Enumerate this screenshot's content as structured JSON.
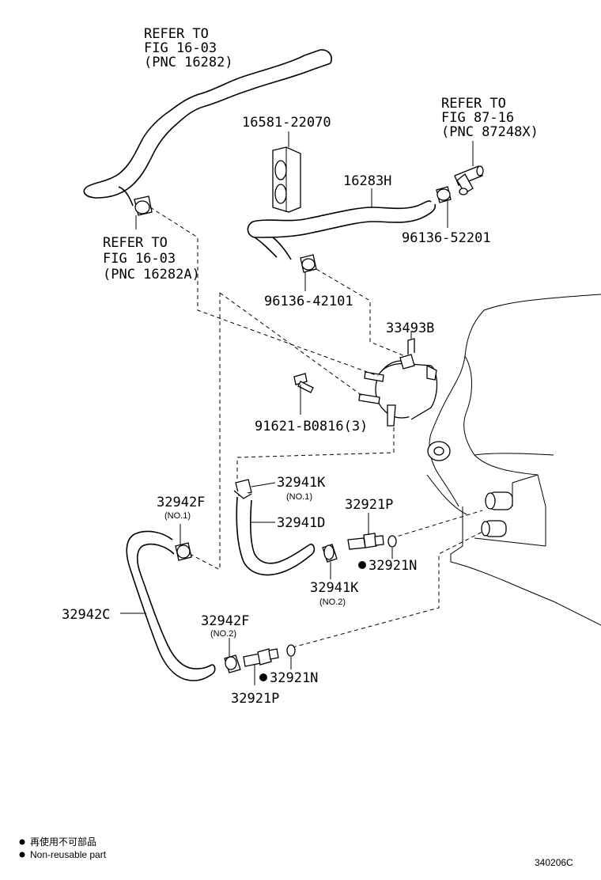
{
  "labels": {
    "refer_top": [
      "REFER TO",
      "FIG 16-03",
      "(PNC 16282)"
    ],
    "refer_left": [
      "REFER TO",
      "FIG 16-03",
      "(PNC 16282A)"
    ],
    "refer_right": [
      "REFER TO",
      "FIG 87-16",
      "(PNC 87248X)"
    ],
    "p16581": "16581-22070",
    "p16283H": "16283H",
    "p96136_52201": "96136-52201",
    "p96136_42101": "96136-42101",
    "p33493B": "33493B",
    "p91621": "91621-B0816(3)",
    "p32941K_1": "32941K",
    "p32941K_1_sub": "(NO.1)",
    "p32941D": "32941D",
    "p32921P_1": "32921P",
    "p32921N_1": "32921N",
    "p32941K_2": "32941K",
    "p32941K_2_sub": "(NO.2)",
    "p32942F_1": "32942F",
    "p32942F_1_sub": "(NO.1)",
    "p32942C": "32942C",
    "p32942F_2": "32942F",
    "p32942F_2_sub": "(NO.2)",
    "p32921N_2": "32921N",
    "p32921P_2": "32921P"
  },
  "legend": {
    "line1": "再使用不可部品",
    "line2": "Non-reusable part"
  },
  "figure_code": "340206C"
}
